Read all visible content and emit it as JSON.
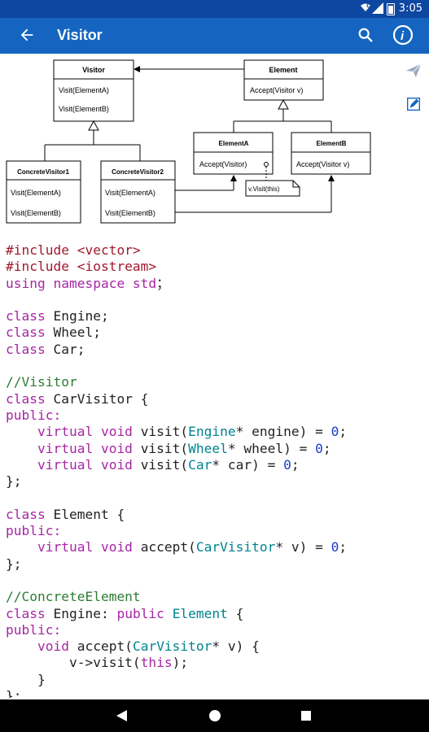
{
  "status_bar": {
    "time": "3:05",
    "network": "LTE"
  },
  "app_bar": {
    "title": "Visitor",
    "back_icon": "arrow-back-icon",
    "search_icon": "search-icon",
    "info_icon": "info-icon"
  },
  "side_actions": {
    "share_icon": "send-icon",
    "edit_icon": "edit-icon"
  },
  "diagram": {
    "visitor": {
      "name": "Visitor",
      "methods": [
        "Visit(ElementA)",
        "Visit(ElementB)"
      ]
    },
    "element": {
      "name": "Element",
      "methods": [
        "Accept(Visitor v)"
      ]
    },
    "concrete_visitor1": {
      "name": "ConcreteVisitor1",
      "methods": [
        "Visit(ElementA)",
        "Visit(ElementB)"
      ]
    },
    "concrete_visitor2": {
      "name": "ConcreteVisitor2",
      "methods": [
        "Visit(ElementA)",
        "Visit(ElementB)"
      ]
    },
    "element_a": {
      "name": "ElementA",
      "methods": [
        "Accept(Visitor)"
      ]
    },
    "element_b": {
      "name": "ElementB",
      "methods": [
        "Accept(Visitor v)"
      ]
    },
    "note": "v.Visit(this)"
  },
  "code_lines": [
    [
      [
        "inc",
        "#include <vector>"
      ]
    ],
    [
      [
        "inc",
        "#include <iostream>"
      ]
    ],
    [
      [
        "kw",
        "using namespace std"
      ],
      [
        "",
        "；"
      ]
    ],
    [],
    [
      [
        "kw",
        "class "
      ],
      [
        "",
        "Engine;"
      ]
    ],
    [
      [
        "kw",
        "class "
      ],
      [
        "",
        "Wheel;"
      ]
    ],
    [
      [
        "kw",
        "class "
      ],
      [
        "",
        "Car;"
      ]
    ],
    [],
    [
      [
        "cm",
        "//Visitor"
      ]
    ],
    [
      [
        "kw",
        "class "
      ],
      [
        "",
        "CarVisitor {"
      ]
    ],
    [
      [
        "kw",
        "public:"
      ]
    ],
    [
      [
        "",
        "    "
      ],
      [
        "kw",
        "virtual void "
      ],
      [
        "",
        "visit("
      ],
      [
        "ty",
        "Engine"
      ],
      [
        "",
        "* engine) = "
      ],
      [
        "num",
        "0"
      ],
      [
        "",
        ";"
      ]
    ],
    [
      [
        "",
        "    "
      ],
      [
        "kw",
        "virtual void "
      ],
      [
        "",
        "visit("
      ],
      [
        "ty",
        "Wheel"
      ],
      [
        "",
        "* wheel) = "
      ],
      [
        "num",
        "0"
      ],
      [
        "",
        ";"
      ]
    ],
    [
      [
        "",
        "    "
      ],
      [
        "kw",
        "virtual void "
      ],
      [
        "",
        "visit("
      ],
      [
        "ty",
        "Car"
      ],
      [
        "",
        "* car) = "
      ],
      [
        "num",
        "0"
      ],
      [
        "",
        ";"
      ]
    ],
    [
      [
        "",
        "};"
      ]
    ],
    [],
    [
      [
        "kw",
        "class "
      ],
      [
        "",
        "Element {"
      ]
    ],
    [
      [
        "kw",
        "public:"
      ]
    ],
    [
      [
        "",
        "    "
      ],
      [
        "kw",
        "virtual void "
      ],
      [
        "",
        "accept("
      ],
      [
        "ty",
        "CarVisitor"
      ],
      [
        "",
        "* v) = "
      ],
      [
        "num",
        "0"
      ],
      [
        "",
        ";"
      ]
    ],
    [
      [
        "",
        "};"
      ]
    ],
    [],
    [
      [
        "cm",
        "//ConcreteElement"
      ]
    ],
    [
      [
        "kw",
        "class "
      ],
      [
        "",
        "Engine: "
      ],
      [
        "kw",
        "public "
      ],
      [
        "ty",
        "Element"
      ],
      [
        "",
        " {"
      ]
    ],
    [
      [
        "kw",
        "public:"
      ]
    ],
    [
      [
        "",
        "    "
      ],
      [
        "kw",
        "void "
      ],
      [
        "",
        "accept("
      ],
      [
        "ty",
        "CarVisitor"
      ],
      [
        "",
        "* v) {"
      ]
    ],
    [
      [
        "",
        "        v->visit("
      ],
      [
        "kw",
        "this"
      ],
      [
        "",
        ");"
      ]
    ],
    [
      [
        "",
        "    }"
      ]
    ],
    [
      [
        "",
        "};"
      ]
    ]
  ]
}
